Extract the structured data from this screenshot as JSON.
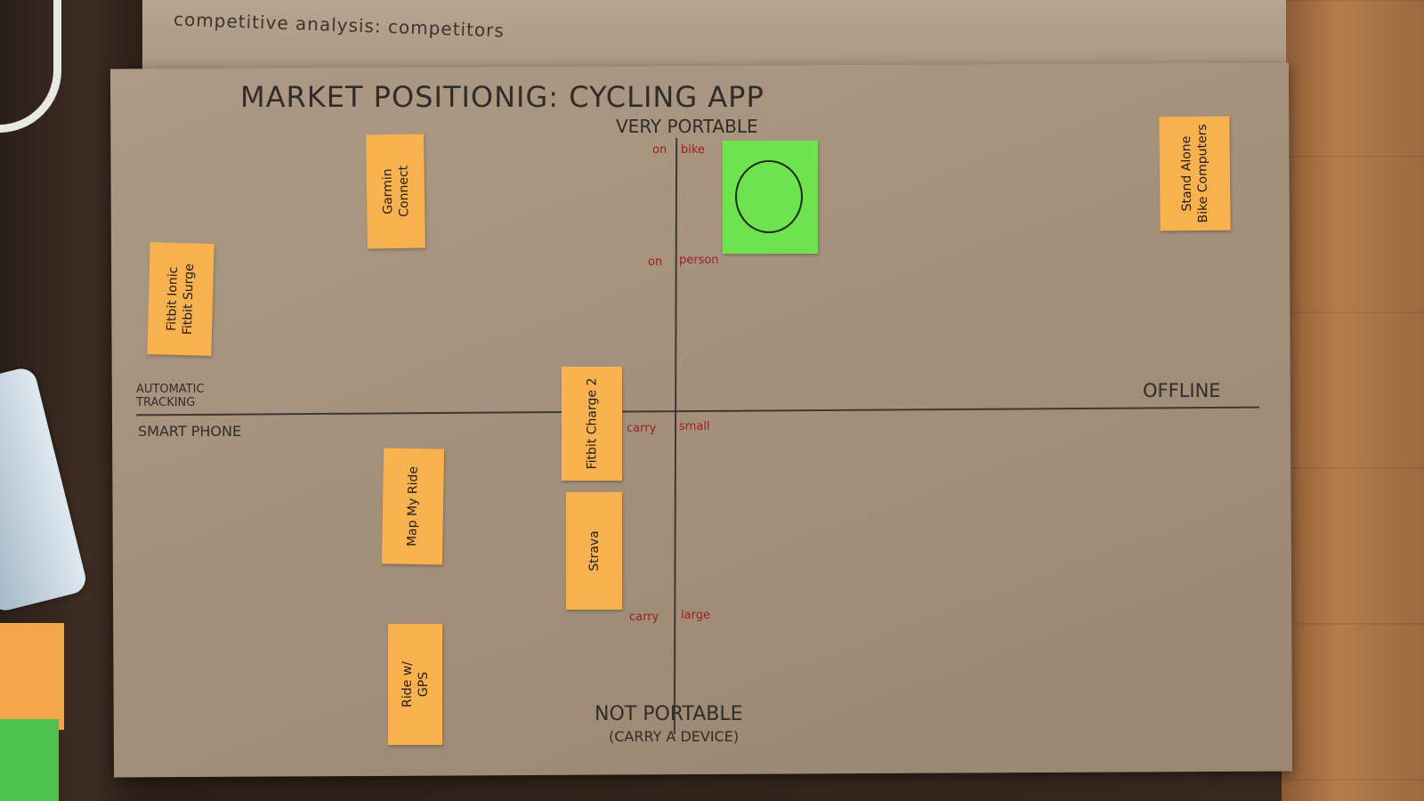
{
  "back_sheet": {
    "title": "competitive analysis: competitors"
  },
  "board": {
    "title": "MARKET POSITIONIG: CYCLING APP",
    "axis_top": "VERY PORTABLE",
    "axis_bottom_line1": "NOT PORTABLE",
    "axis_bottom_line2": "(CARRY A DEVICE)",
    "axis_left_top": "AUTOMATIC TRACKING",
    "axis_left_bottom": "SMART PHONE",
    "axis_right": "OFFLINE",
    "scale_on_bike_left": "on",
    "scale_on_bike_right": "bike",
    "scale_on_person_left": "on",
    "scale_on_person_right": "person",
    "scale_carry_small_left": "carry",
    "scale_carry_small_right": "small",
    "scale_carry_large_left": "carry",
    "scale_carry_large_right": "large"
  },
  "stickies": [
    {
      "lines": [
        "Garmin",
        "Connect"
      ],
      "color": "#f8b14f"
    },
    {
      "lines": [
        "Fitbit Ionic",
        "Fitbit Surge"
      ],
      "color": "#f8b14f"
    },
    {
      "lines": [
        "Fitbit Charge 2"
      ],
      "color": "#f8b14f"
    },
    {
      "lines": [
        "Map My Ride"
      ],
      "color": "#f8b14f"
    },
    {
      "lines": [
        "Strava"
      ],
      "color": "#f8b14f"
    },
    {
      "lines": [
        "Ride w/",
        "GPS"
      ],
      "color": "#f8b14f"
    },
    {
      "lines": [
        "Stand Alone",
        "Bike Computers"
      ],
      "color": "#f8b14f"
    }
  ],
  "target_note": {
    "color": "#6fe34d",
    "mark": "circle"
  }
}
